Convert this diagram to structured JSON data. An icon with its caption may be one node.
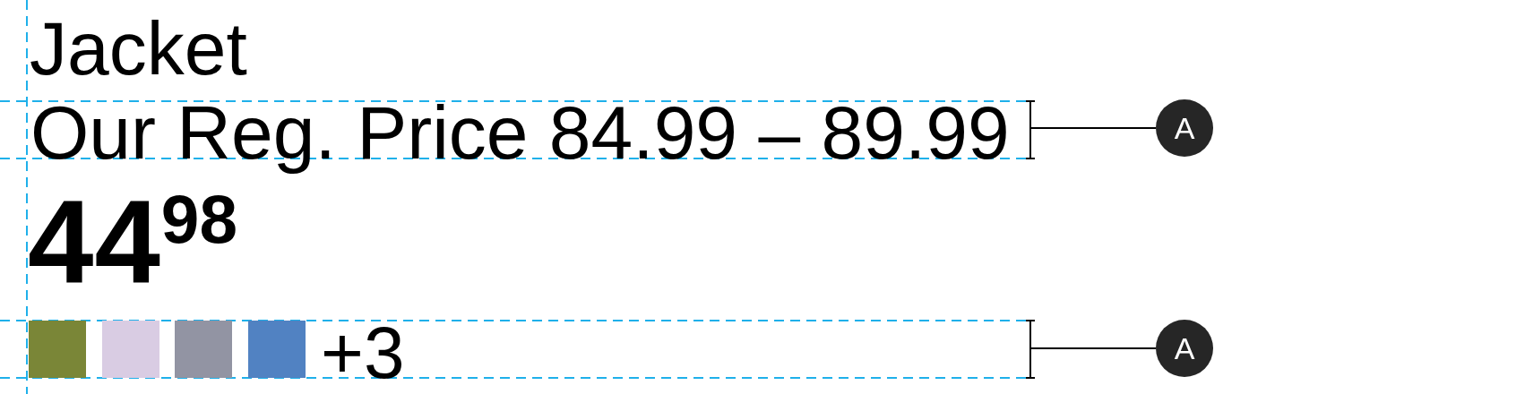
{
  "diagram": {
    "nodes": [
      {
        "text": [
          "Our Reg. Price 84.99 – 89.99"
        ]
      },
      {
        "text": [
          "A"
        ]
      },
      {
        "text": [
          "+3"
        ]
      },
      {
        "text": [
          "A"
        ]
      }
    ],
    "edges": [
      {
        "from": 1,
        "to": 0,
        "arrow": "none"
      },
      {
        "from": 3,
        "to": 2,
        "arrow": "none"
      }
    ],
    "labels": [
      "Jacket",
      "44$^{98}$"
    ]
  }
}
